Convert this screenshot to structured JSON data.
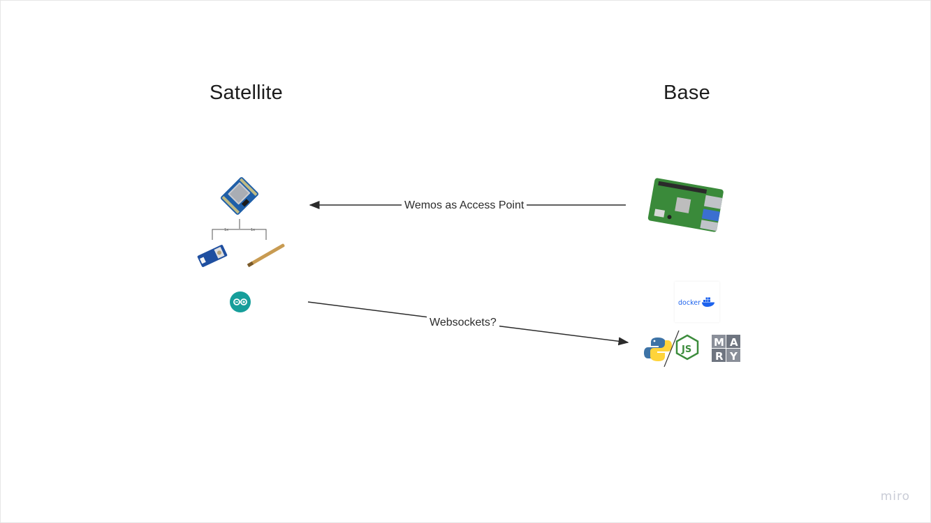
{
  "titles": {
    "satellite": "Satellite",
    "base": "Base"
  },
  "edges": {
    "access_point": "Wemos as Access Point",
    "websockets": "Websockets?"
  },
  "logos": {
    "docker": "docker",
    "mary": [
      "M",
      "A",
      "R",
      "Y"
    ],
    "nodejs": "JS"
  },
  "branch_labels": [
    "1x",
    "1x"
  ],
  "watermark": "miro",
  "colors": {
    "wemos_board": "#1f5fa8",
    "raspberry_board": "#3a8a3a",
    "arduino": "#169e9a",
    "docker": "#1d63ed",
    "python_blue": "#3d73a6",
    "python_yellow": "#ffd43b",
    "node_green": "#3c8c3c",
    "mary_gray": "#8a8f99"
  }
}
